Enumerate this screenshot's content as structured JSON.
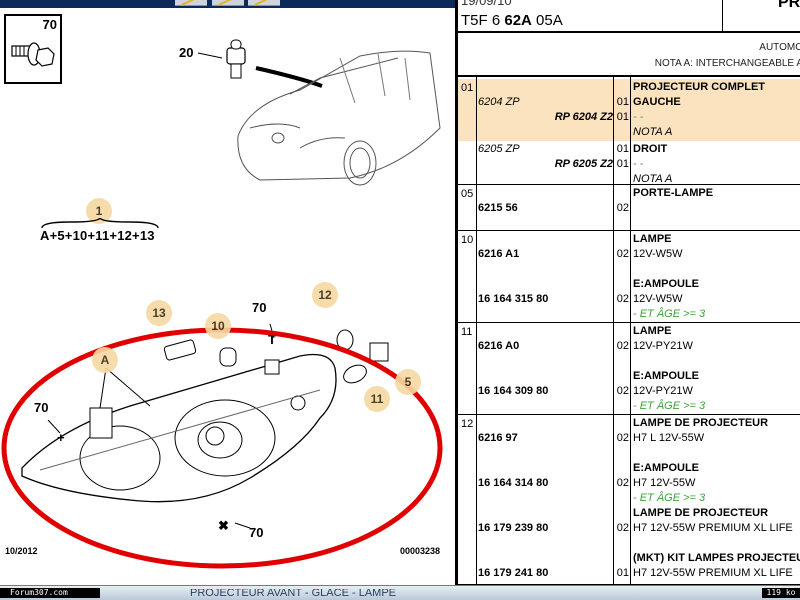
{
  "toolbar": {
    "buttons": [
      "tool-1",
      "tool-2",
      "tool-3"
    ]
  },
  "diagram": {
    "inset_label": "70",
    "formula": "A+5+10+11+12+13",
    "callouts": {
      "c20": "20",
      "c70_top": "70",
      "c70_left": "70",
      "c70_bottom": "70"
    },
    "bubbles": {
      "b1": "1",
      "b13": "13",
      "b10": "10",
      "b12": "12",
      "bA": "A",
      "b11": "11",
      "b5": "5"
    },
    "footer_date": "10/2012",
    "footer_ref": "00003238",
    "highlight_color": "#e00000"
  },
  "header": {
    "date": "19/09/10",
    "code_prefix": "T5F 6 ",
    "code_bold": "62A",
    "code_suffix": " 05A",
    "right_title": "PR",
    "line1": "AUTOMO",
    "line2": "NOTA A: INTERCHANGEABLE A"
  },
  "parts": [
    {
      "num": "01",
      "highlight": true,
      "rows": [
        {
          "ref": "",
          "qty": "",
          "desc": "PROJECTEUR COMPLET",
          "style": "b"
        },
        {
          "ref": "6204 ZP",
          "refstyle": "ital",
          "qty": "01",
          "desc": "GAUCHE",
          "style": "b"
        },
        {
          "ref": "RP 6204 Z2",
          "refstyle": "rp",
          "qty": "01",
          "desc": "- -",
          "style": "g"
        },
        {
          "ref": "",
          "qty": "",
          "desc": "NOTA A",
          "style": "i"
        }
      ]
    },
    {
      "num": "",
      "highlight": false,
      "rows": [
        {
          "ref": "6205 ZP",
          "refstyle": "ital",
          "qty": "01",
          "desc": "DROIT",
          "style": "b"
        },
        {
          "ref": "RP 6205 Z2",
          "refstyle": "rp",
          "qty": "01",
          "desc": "- -",
          "style": "g"
        },
        {
          "ref": "",
          "qty": "",
          "desc": "NOTA A",
          "style": "i"
        }
      ]
    },
    {
      "num": "05",
      "rows": [
        {
          "ref": "",
          "qty": "",
          "desc": "PORTE-LAMPE",
          "style": "b"
        },
        {
          "ref": "6215 56",
          "refstyle": "bold",
          "qty": "02",
          "desc": "",
          "style": ""
        }
      ]
    },
    {
      "num": "10",
      "rows": [
        {
          "ref": "",
          "qty": "",
          "desc": "LAMPE",
          "style": "b"
        },
        {
          "ref": "6216 A1",
          "refstyle": "bold",
          "qty": "02",
          "desc": "12V-W5W",
          "style": ""
        },
        {
          "ref": "",
          "qty": "",
          "desc": "",
          "style": ""
        },
        {
          "ref": "",
          "qty": "",
          "desc": "E:AMPOULE",
          "style": "b"
        },
        {
          "ref": "16 164 315 80",
          "refstyle": "bold",
          "qty": "02",
          "desc": "12V-W5W",
          "style": ""
        },
        {
          "ref": "",
          "qty": "",
          "desc": "- ET ÂGE >= 3",
          "style": "g"
        }
      ]
    },
    {
      "num": "11",
      "rows": [
        {
          "ref": "",
          "qty": "",
          "desc": "LAMPE",
          "style": "b"
        },
        {
          "ref": "6216 A0",
          "refstyle": "bold",
          "qty": "02",
          "desc": "12V-PY21W",
          "style": ""
        },
        {
          "ref": "",
          "qty": "",
          "desc": "",
          "style": ""
        },
        {
          "ref": "",
          "qty": "",
          "desc": "E:AMPOULE",
          "style": "b"
        },
        {
          "ref": "16 164 309 80",
          "refstyle": "bold",
          "qty": "02",
          "desc": "12V-PY21W",
          "style": ""
        },
        {
          "ref": "",
          "qty": "",
          "desc": "- ET ÂGE >= 3",
          "style": "g"
        }
      ]
    },
    {
      "num": "12",
      "rows": [
        {
          "ref": "",
          "qty": "",
          "desc": "LAMPE DE PROJECTEUR",
          "style": "b"
        },
        {
          "ref": "6216 97",
          "refstyle": "bold",
          "qty": "02",
          "desc": "H7 L 12V-55W",
          "style": ""
        },
        {
          "ref": "",
          "qty": "",
          "desc": "",
          "style": ""
        },
        {
          "ref": "",
          "qty": "",
          "desc": "E:AMPOULE",
          "style": "b"
        },
        {
          "ref": "16 164 314 80",
          "refstyle": "bold",
          "qty": "02",
          "desc": "H7 12V-55W",
          "style": ""
        },
        {
          "ref": "",
          "qty": "",
          "desc": "- ET ÂGE >= 3",
          "style": "g"
        },
        {
          "ref": "",
          "qty": "",
          "desc": "LAMPE DE PROJECTEUR",
          "style": "b"
        },
        {
          "ref": "16 179 239 80",
          "refstyle": "bold",
          "qty": "02",
          "desc": "H7 12V-55W PREMIUM XL LIFE",
          "style": ""
        },
        {
          "ref": "",
          "qty": "",
          "desc": "",
          "style": ""
        },
        {
          "ref": "",
          "qty": "",
          "desc": "(MKT) KIT LAMPES PROJECTEUR",
          "style": "b"
        },
        {
          "ref": "16 179 241 80",
          "refstyle": "bold",
          "qty": "01",
          "desc": "H7 12V-55W PREMIUM XL LIFE",
          "style": ""
        }
      ]
    }
  ],
  "statusbar": {
    "site": "Forum307.com",
    "title": "PROJECTEUR AVANT - GLACE - LAMPE",
    "size": "119 ko"
  }
}
